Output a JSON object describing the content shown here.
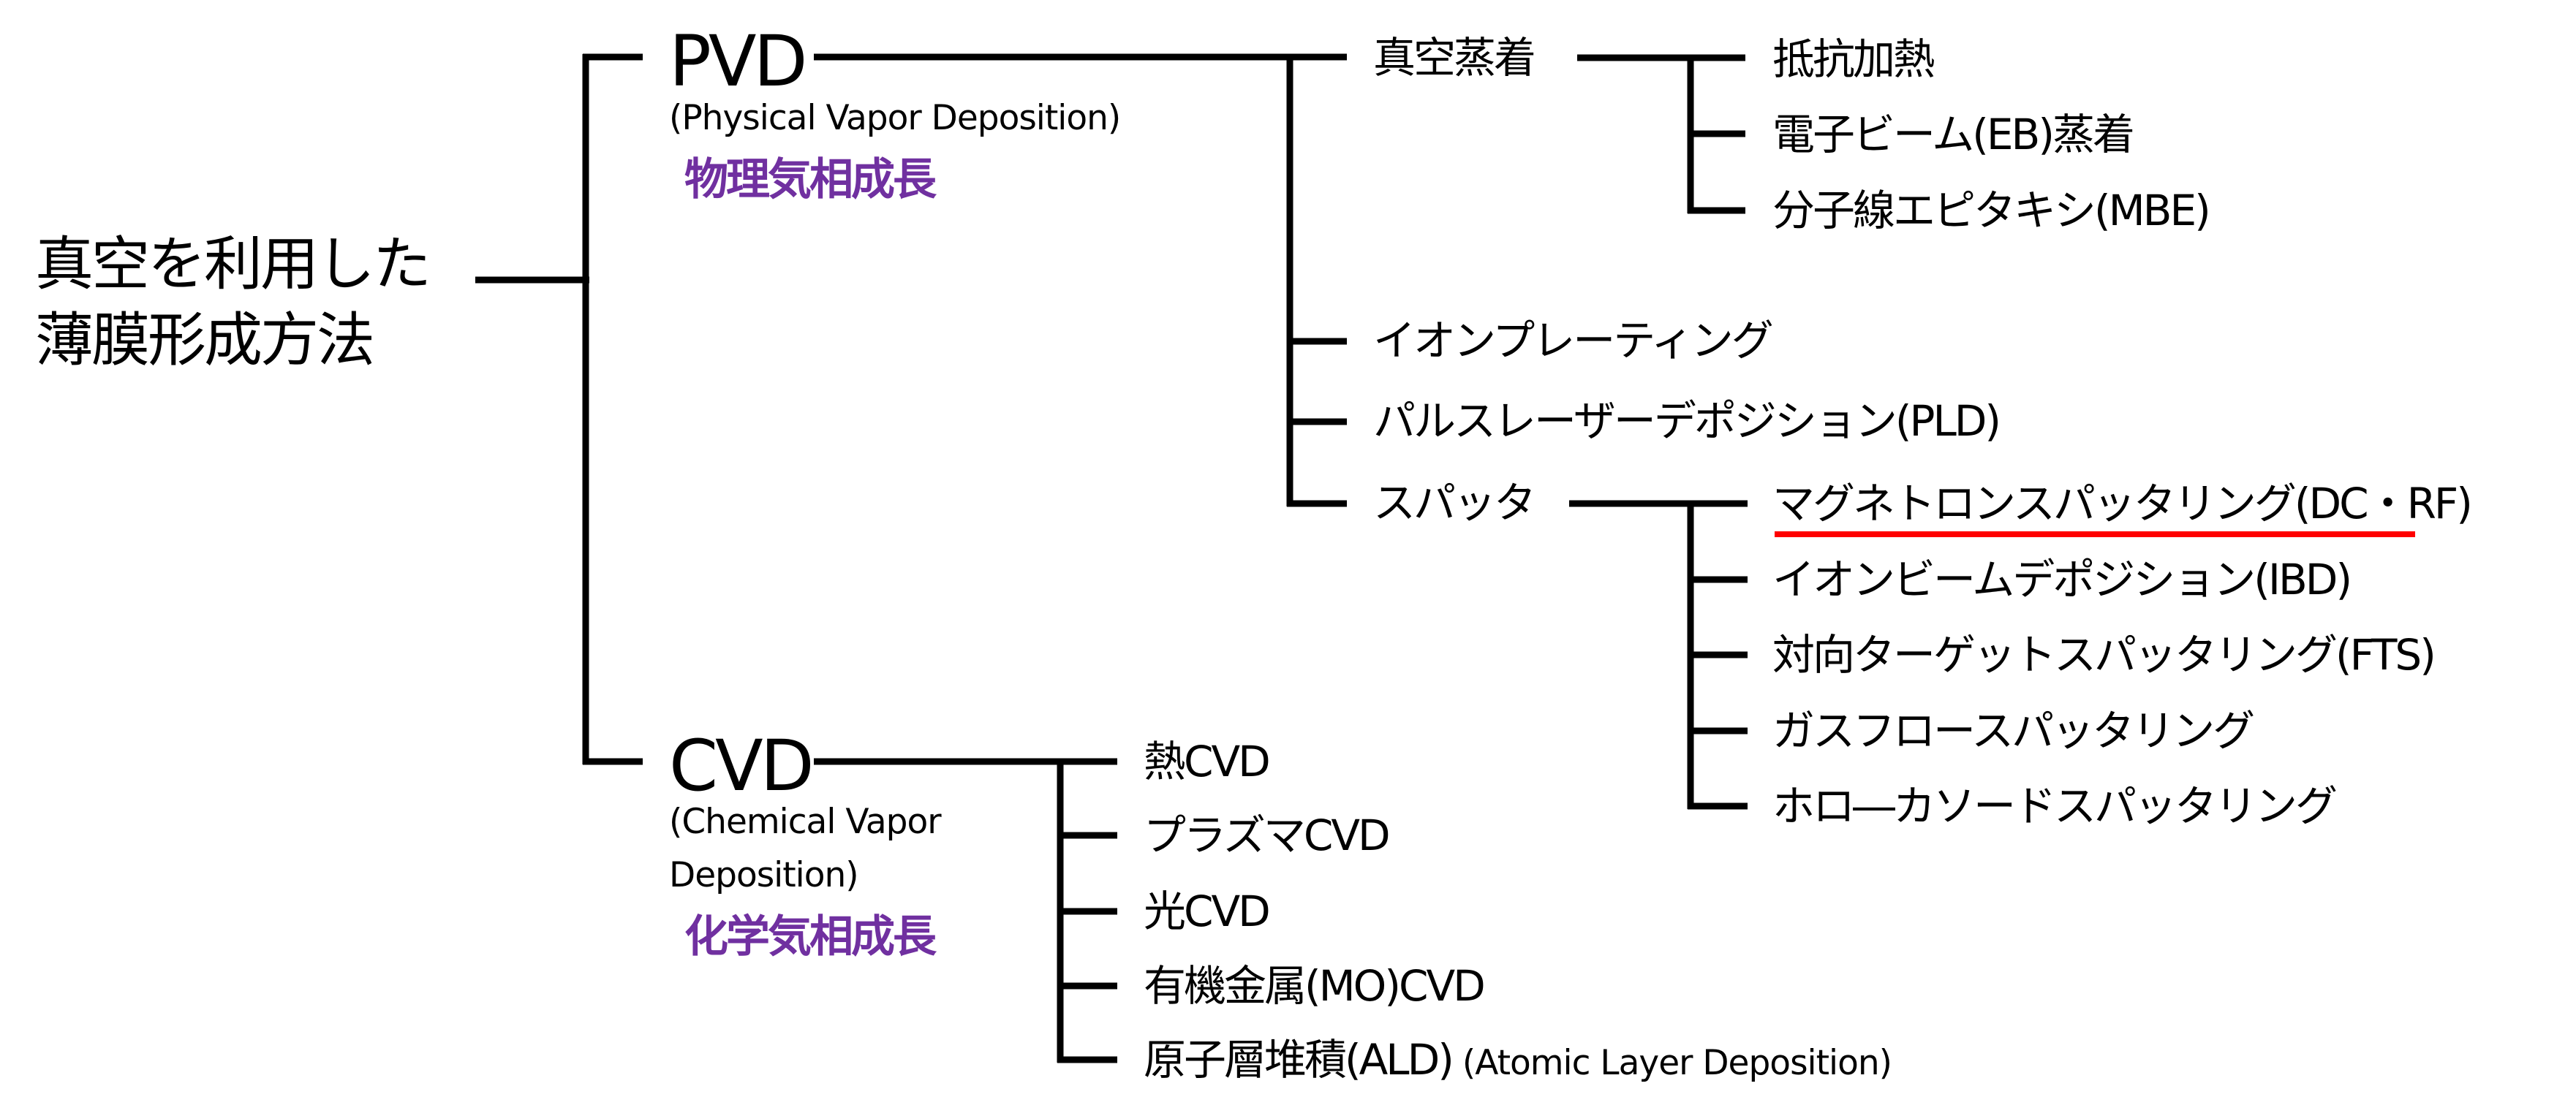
{
  "diagram": {
    "root": {
      "line1": "真空を利用した",
      "line2": "薄膜形成方法"
    },
    "pvd": {
      "label": "PVD",
      "english": "(Physical Vapor Deposition)",
      "japanese": "物理気相成長",
      "children": {
        "vacuum_evaporation": {
          "label": "真空蒸着",
          "children": [
            "抵抗加熱",
            "電子ビーム(EB)蒸着",
            "分子線エピタキシ(MBE)"
          ]
        },
        "ion_plating": {
          "label": "イオンプレーティング"
        },
        "pld": {
          "label": "パルスレーザーデポジション(PLD)"
        },
        "sputter": {
          "label": "スパッタ",
          "children": [
            "マグネトロンスパッタリング(DC・RF)",
            "イオンビームデポジション(IBD)",
            "対向ターゲットスパッタリング(FTS)",
            "ガスフロースパッタリング",
            "ホロ―カソードスパッタリング"
          ],
          "highlighted_child": "マグネトロンスパッタリング(DC・RF)"
        }
      }
    },
    "cvd": {
      "label": "CVD",
      "english_line1": "(Chemical Vapor",
      "english_line2": "Deposition)",
      "japanese": "化学気相成長",
      "children": [
        {
          "label": "熱CVD"
        },
        {
          "label": "プラズマCVD"
        },
        {
          "label": "光CVD"
        },
        {
          "label": "有機金属(MO)CVD"
        },
        {
          "label": "原子層堆積(ALD)",
          "note": "(Atomic Layer Deposition)"
        }
      ]
    }
  },
  "colors": {
    "line": "#000000",
    "text": "#000000",
    "japanese_subtitle": "#7030a0",
    "highlight_underline": "#ff0000",
    "background": "#ffffff"
  }
}
